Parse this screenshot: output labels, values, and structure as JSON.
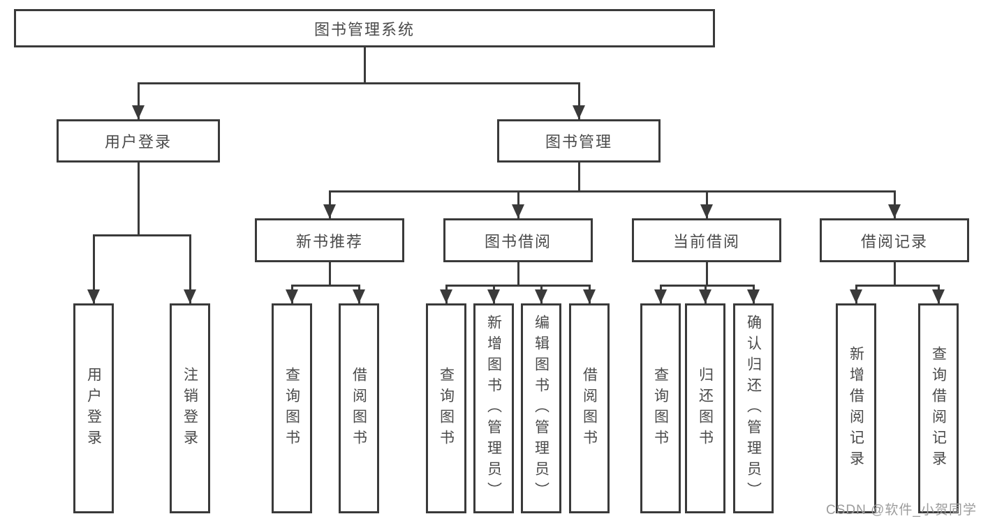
{
  "diagram": {
    "root": {
      "label": "图书管理系统"
    },
    "level1": [
      {
        "label": "用户登录"
      },
      {
        "label": "图书管理"
      }
    ],
    "level2": [
      {
        "label": "新书推荐"
      },
      {
        "label": "图书借阅"
      },
      {
        "label": "当前借阅"
      },
      {
        "label": "借阅记录"
      }
    ],
    "leaves": [
      {
        "label": "用户登录"
      },
      {
        "label": "注销登录"
      },
      {
        "label": "查询图书"
      },
      {
        "label": "借阅图书"
      },
      {
        "label": "查询图书"
      },
      {
        "label": "新增图书（管理员）"
      },
      {
        "label": "编辑图书（管理员）"
      },
      {
        "label": "借阅图书"
      },
      {
        "label": "查询图书"
      },
      {
        "label": "归还图书"
      },
      {
        "label": "确认归还（管理员）"
      },
      {
        "label": "新增借阅记录"
      },
      {
        "label": "查询借阅记录"
      }
    ]
  },
  "watermark": {
    "text": "CSDN @软件_小贺同学"
  },
  "colors": {
    "line": "#3a3a3a",
    "text": "#4a4a4a",
    "watermark": "#9c9c9c",
    "background": "#ffffff"
  }
}
